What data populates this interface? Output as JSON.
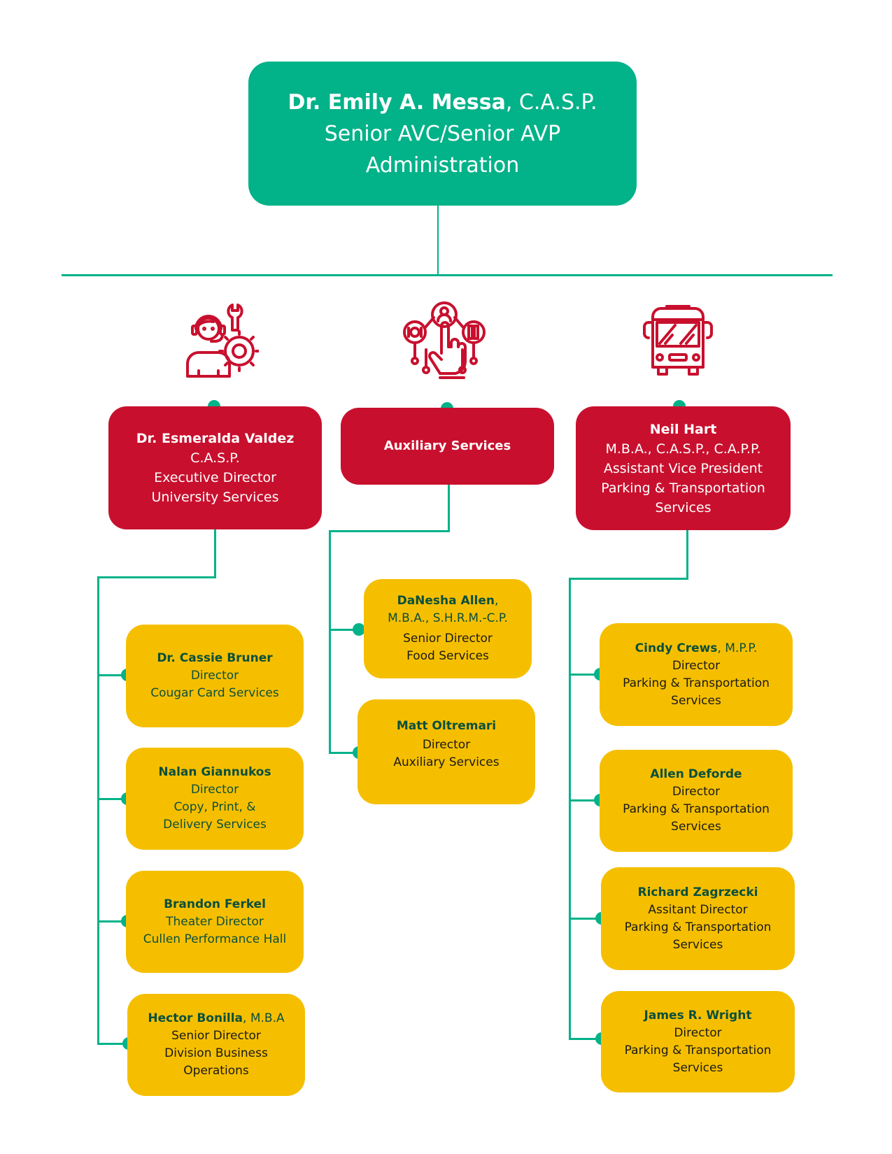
{
  "colors": {
    "teal": "#02b289",
    "red": "#c8102e",
    "yellow": "#f5bf00",
    "dark_green_text": "#0b4f3c",
    "dark_text": "#1a1a1a",
    "white": "#ffffff"
  },
  "root": {
    "name": "Dr. Emily A. Messa",
    "credentials": ", C.A.S.P.",
    "title": "Senior AVC/Senior AVP",
    "department": "Administration"
  },
  "divisions": [
    {
      "icon": "customer-service-tools-icon",
      "name": "Dr. Esmeralda Valdez",
      "lines": [
        "C.A.S.P.",
        "Executive Director",
        "University Services"
      ],
      "reports": [
        {
          "name": "Dr. Cassie Bruner",
          "credentials": "",
          "lines": [
            "Director",
            "Cougar Card Services"
          ]
        },
        {
          "name": "Nalan Giannukos",
          "credentials": "",
          "lines": [
            "Director",
            "Copy, Print, &",
            "Delivery Services"
          ]
        },
        {
          "name": "Brandon Ferkel",
          "credentials": "",
          "lines": [
            "Theater Director",
            "Cullen Performance Hall"
          ]
        },
        {
          "name": "Hector Bonilla",
          "credentials": ", M.B.A",
          "lines": [
            "Senior Director",
            "Division Business",
            "Operations"
          ]
        }
      ]
    },
    {
      "icon": "touch-services-icon",
      "name": "Auxiliary Services",
      "lines": [],
      "reports": [
        {
          "name": "DaNesha Allen",
          "credentials": ",",
          "credentials_line": "M.B.A., S.H.R.M.-C.P.",
          "lines": [
            "Senior Director",
            "Food Services"
          ]
        },
        {
          "name": "Matt Oltremari",
          "credentials": "",
          "lines": [
            "Director",
            "Auxiliary Services"
          ]
        }
      ]
    },
    {
      "icon": "bus-icon",
      "name": "Neil Hart",
      "lines": [
        "M.B.A., C.A.S.P., C.A.P.P.",
        "Assistant Vice President",
        "Parking & Transportation",
        "Services"
      ],
      "reports": [
        {
          "name": "Cindy Crews",
          "credentials": ", M.P.P.",
          "lines": [
            "Director",
            "Parking & Transportation",
            "Services"
          ]
        },
        {
          "name": "Allen Deforde",
          "credentials": "",
          "lines": [
            "Director",
            "Parking & Transportation",
            "Services"
          ]
        },
        {
          "name": "Richard Zagrzecki",
          "credentials": "",
          "lines": [
            "Assitant Director",
            "Parking & Transportation",
            "Services"
          ]
        },
        {
          "name": "James R. Wright",
          "credentials": "",
          "lines": [
            "Director",
            "Parking & Transportation",
            "Services"
          ]
        }
      ]
    }
  ]
}
